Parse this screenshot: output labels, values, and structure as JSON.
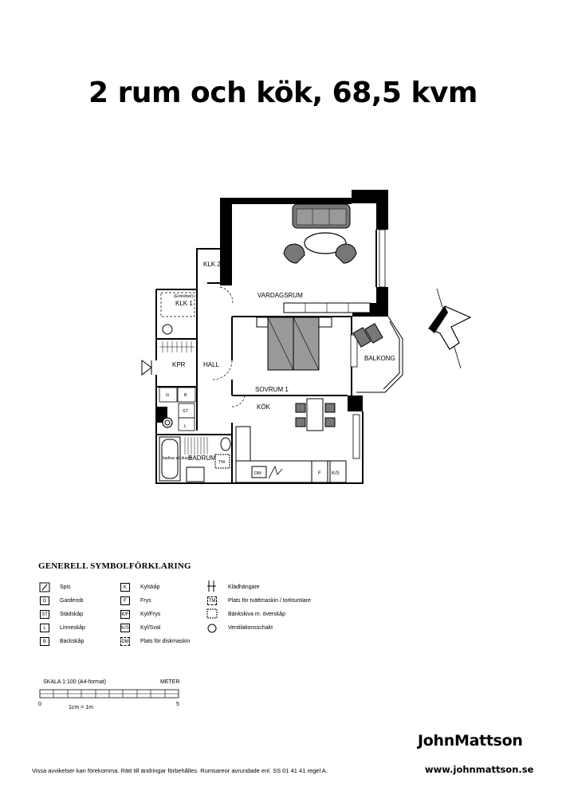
{
  "title": "2 rum och kök, 68,5 kvm",
  "rooms": {
    "vardagsrum": "VARDAGSRUM",
    "sovrum": "SOVRUM 1",
    "kok": "KÖK",
    "hall": "HALL",
    "kpr": "KPR",
    "klk1": "KLK 1",
    "klk2": "KLK 2",
    "balkong": "BALKONG",
    "badrum": "BADRUM",
    "entre": "(Entrébel)",
    "badkar": "badkar el. dusch",
    "tm": "TM",
    "dm": "DM",
    "f": "F",
    "ks": "K/S",
    "g": "G",
    "b": "B",
    "l": "L",
    "st": "ST"
  },
  "legend": {
    "title": "GENERELL SYMBOLFÖRKLARING",
    "col1": [
      {
        "code": "",
        "label": "Spis"
      },
      {
        "code": "G",
        "label": "Garderob"
      },
      {
        "code": "ST",
        "label": "Städskåp"
      },
      {
        "code": "L",
        "label": "Linneskåp"
      },
      {
        "code": "B",
        "label": "Backskåp"
      }
    ],
    "col2": [
      {
        "code": "K",
        "label": "Kylskåp"
      },
      {
        "code": "F",
        "label": "Frys"
      },
      {
        "code": "K/F",
        "label": "Kyl/Frys"
      },
      {
        "code": "K/S",
        "label": "Kyl/Sval"
      },
      {
        "code": "DM",
        "label": "Plats för diskmaskin"
      }
    ],
    "col3": [
      {
        "code": "",
        "label": "Klädhängare"
      },
      {
        "code": "TM",
        "label": "Plats för tvättmaskin / torktumlare"
      },
      {
        "code": "",
        "label": "Bänkskiva m. överskåp"
      },
      {
        "code": "",
        "label": "Ventilationsschakt"
      }
    ]
  },
  "scale": {
    "label": "SKALA 1:100 (A4-format)",
    "unit": "METER",
    "start": "0",
    "end": "5",
    "note": "1cm = 1m"
  },
  "brand": "JohnMattson",
  "footer_note": "Vissa avvikelser kan förekomma. Rätt till ändringar förbehålles. Rumsareor avrundade enl. SS 01 41 41 regel A.",
  "website": "www.johnmattson.se"
}
